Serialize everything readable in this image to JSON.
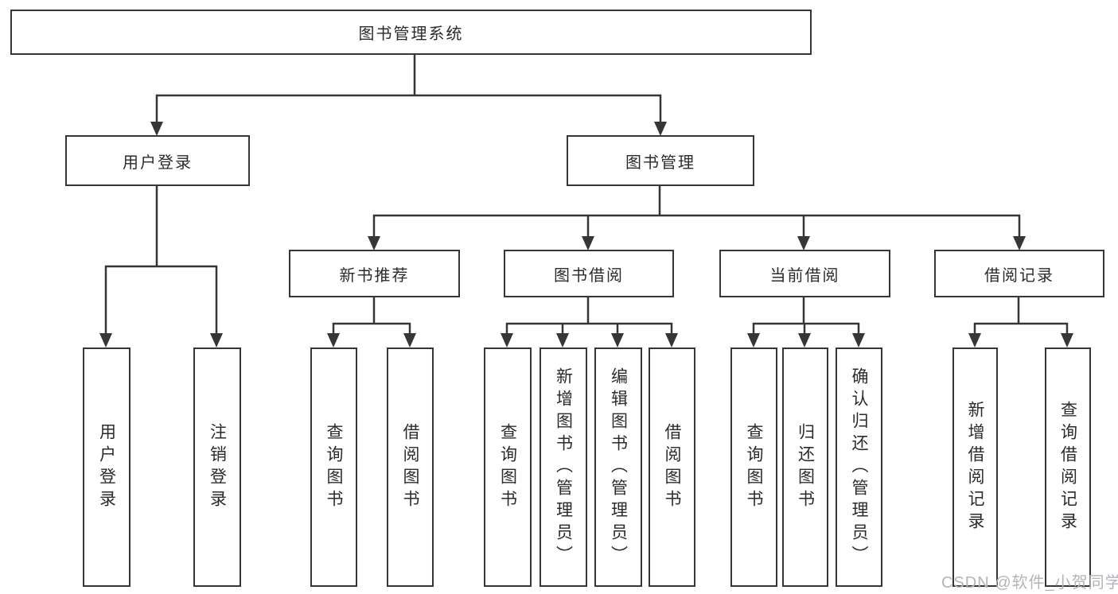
{
  "diagram": {
    "type": "hierarchy",
    "colors": {
      "line": "#363636",
      "box_border": "#363636",
      "text": "#2b2b2b",
      "background": "#ffffff",
      "watermark": "#b4b4ba"
    },
    "nodes": {
      "root": {
        "label": "图书管理系统"
      },
      "level2": {
        "user_login": {
          "label": "用户登录"
        },
        "book_management": {
          "label": "图书管理"
        }
      },
      "level3": {
        "new_book_recommend": {
          "label": "新书推荐"
        },
        "book_borrowing": {
          "label": "图书借阅"
        },
        "current_borrowing": {
          "label": "当前借阅"
        },
        "borrowing_records": {
          "label": "借阅记录"
        }
      },
      "leaves": {
        "user_login": [
          "用户登录",
          "注销登录"
        ],
        "new_book_recommend": [
          "查询图书",
          "借阅图书"
        ],
        "book_borrowing": [
          "查询图书",
          "新增图书（管理员）",
          "编辑图书（管理员）",
          "借阅图书"
        ],
        "current_borrowing": [
          "查询图书",
          "归还图书",
          "确认归还（管理员）"
        ],
        "borrowing_records": [
          "新增借阅记录",
          "查询借阅记录"
        ]
      }
    }
  },
  "watermark": "CSDN @软件_小贺同学"
}
